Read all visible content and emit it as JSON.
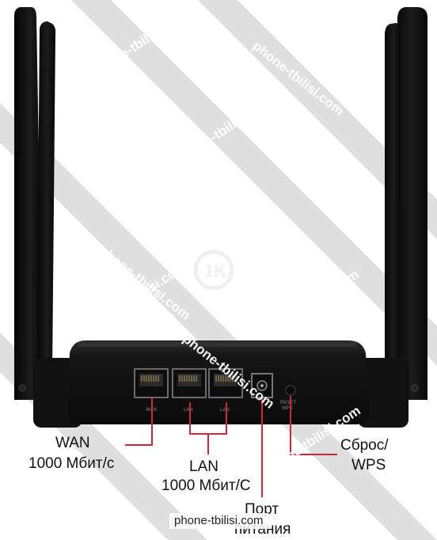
{
  "image": {
    "subject": "wireless-router-rear-view",
    "colors": {
      "body": "#141414",
      "port_line": "#d0263a",
      "watermark_band": "#d8d8d8"
    }
  },
  "ports": {
    "wan": {
      "line1": "WAN",
      "line2": "1000 Мбит/с"
    },
    "lan": {
      "line1": "LAN",
      "line2": "1000 Мбит/С"
    },
    "power": {
      "line1": "Порт",
      "line2": "питания"
    },
    "reset": {
      "line1": "Сброс/",
      "line2": "WPS"
    }
  },
  "watermark": {
    "text": "phone-tbilisi.com",
    "logo": "1K"
  },
  "footer": {
    "text": "phone-tbilisi.com"
  }
}
